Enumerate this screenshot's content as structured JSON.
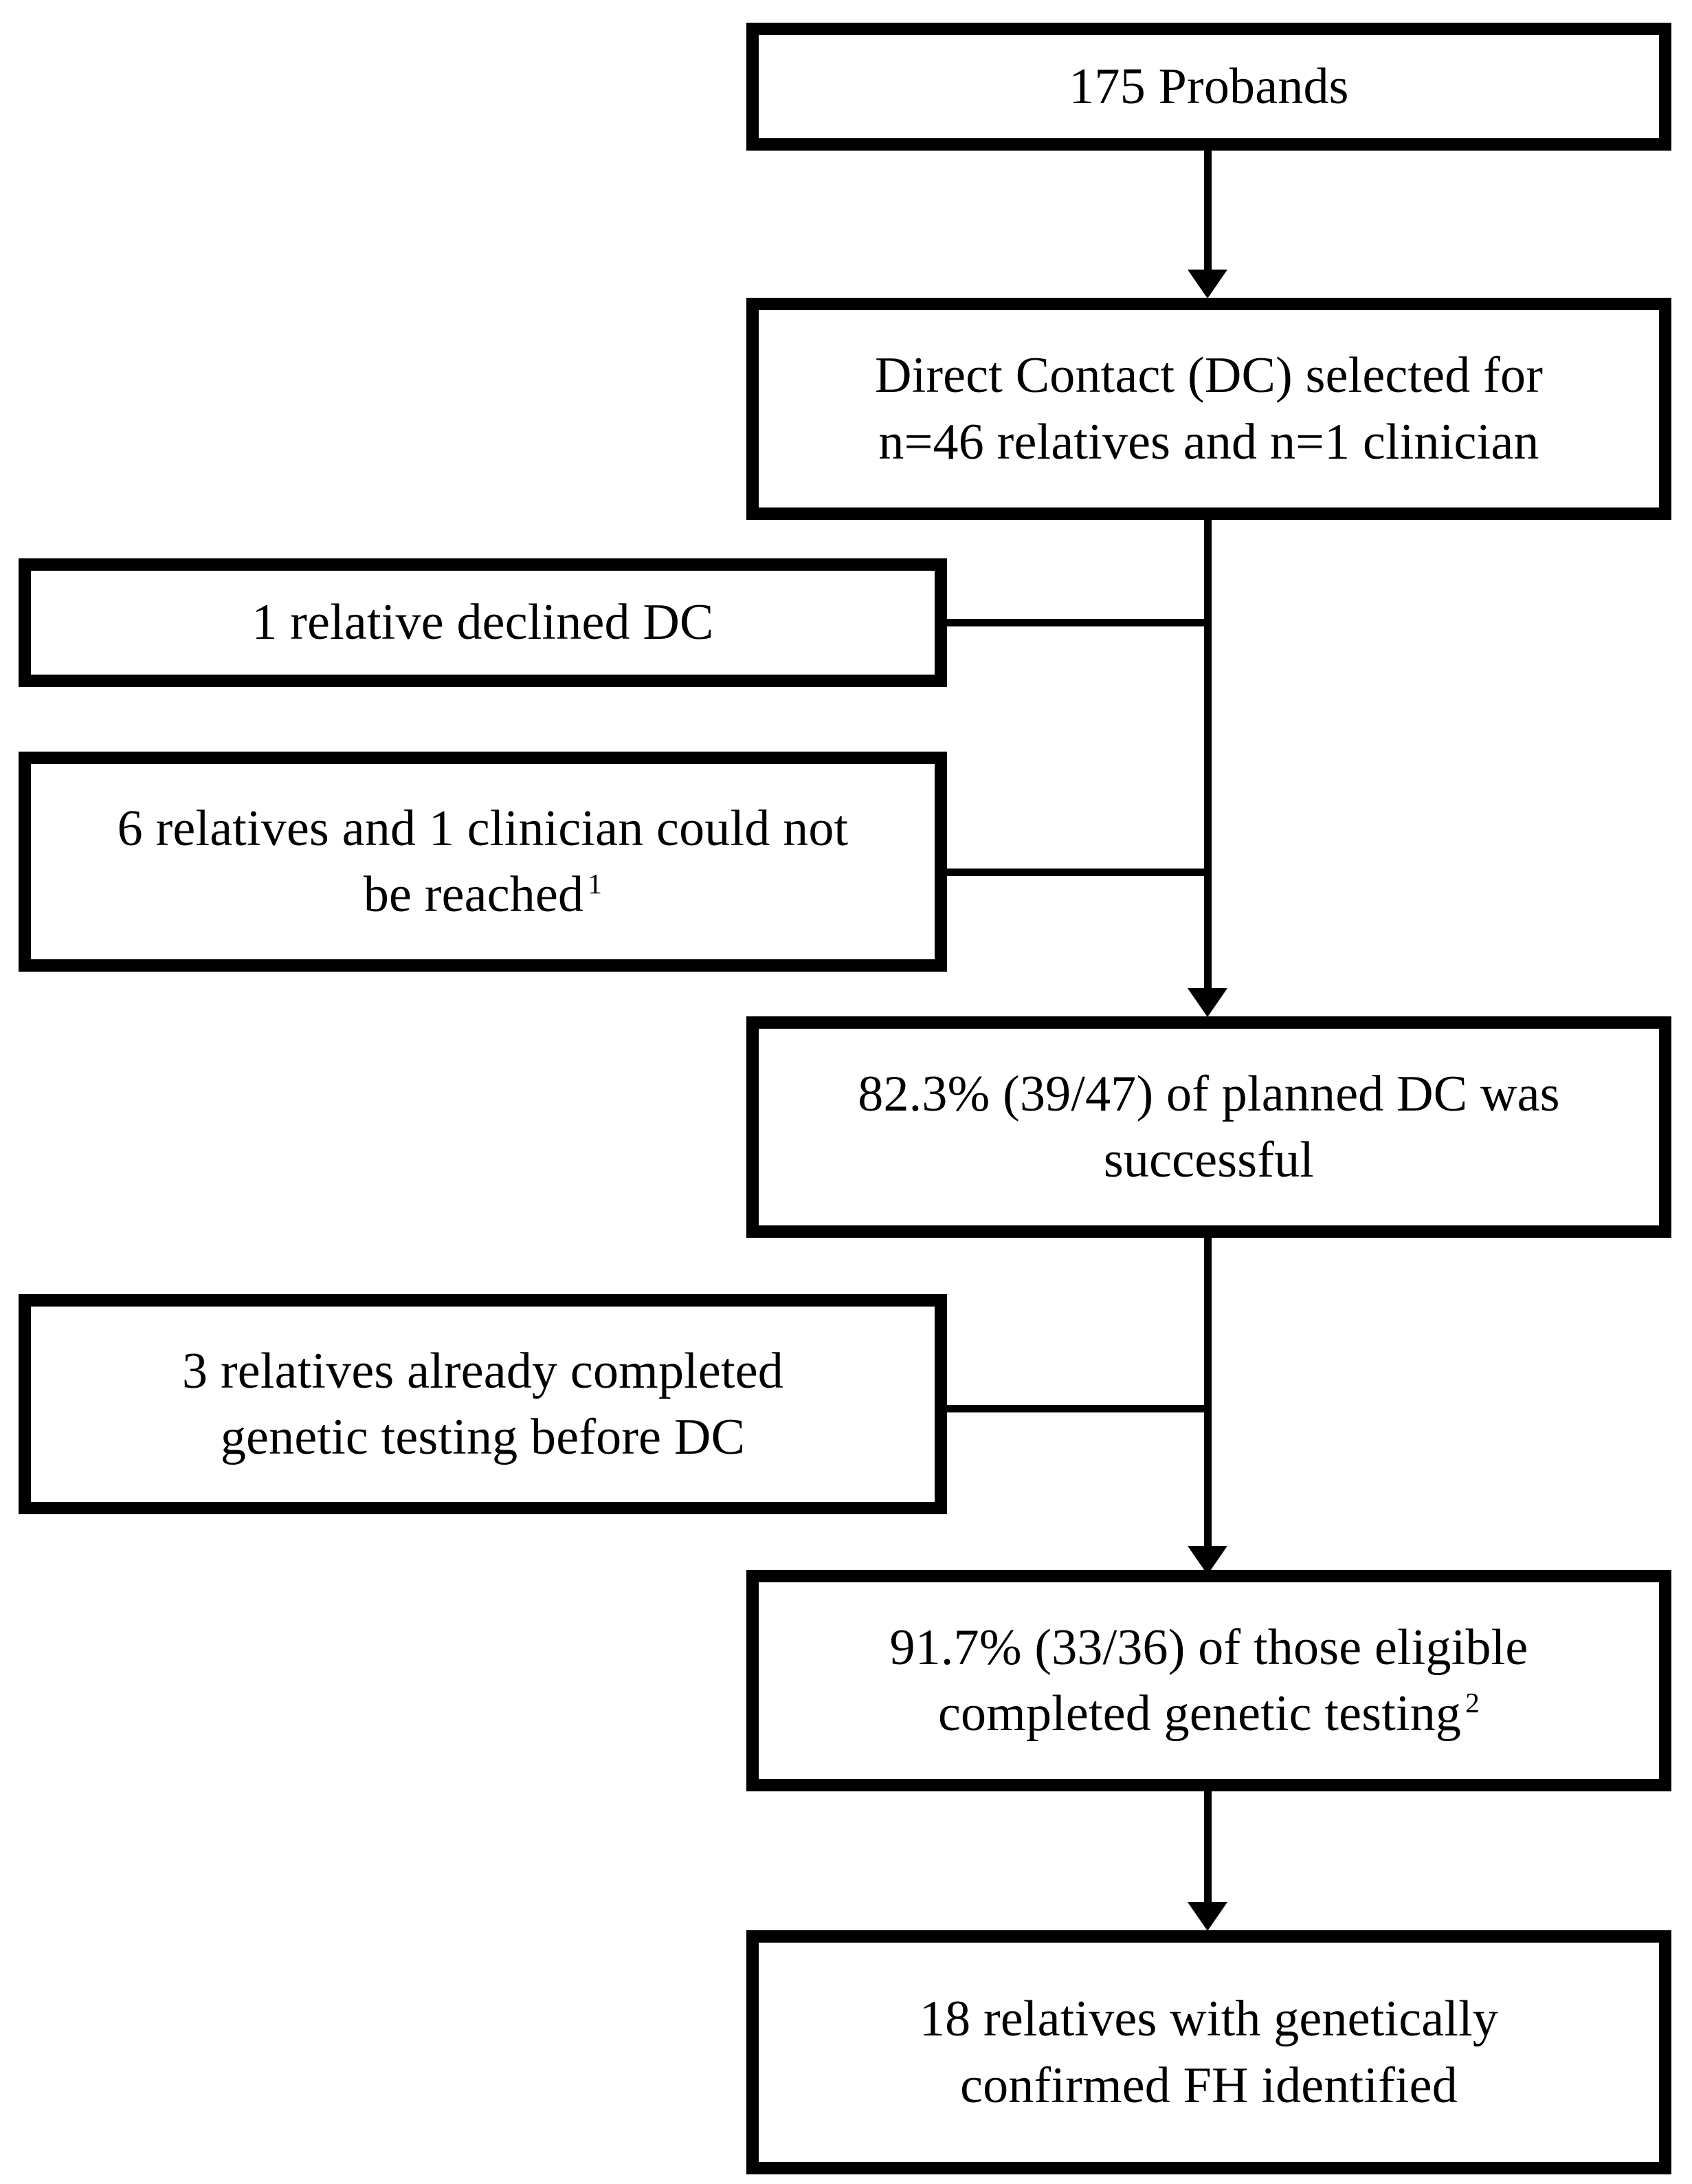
{
  "figure": {
    "type": "flowchart",
    "orientation": "top-to-bottom",
    "description": "Direct Contact cascade screening flow"
  },
  "nodes": {
    "probands": {
      "id": "probands",
      "label": "175 Probands",
      "column": "main"
    },
    "dc_selected": {
      "id": "dc-selected",
      "label": "Direct Contact (DC) selected for n=46 relatives and n=1 clinician",
      "line1": "Direct Contact (DC) selected for",
      "line2": "n=46 relatives and n=1 clinician",
      "column": "main"
    },
    "declined": {
      "id": "declined-dc",
      "label": "1 relative declined DC",
      "column": "side"
    },
    "not_reached": {
      "id": "could-not-be-reached",
      "label": "6 relatives and 1 clinician could not be reached",
      "line1": "6 relatives and 1 clinician could not",
      "line2": "be reached",
      "footnote": "1",
      "column": "side"
    },
    "dc_successful": {
      "id": "dc-successful",
      "label": "82.3% (39/47) of planned DC was successful",
      "line1": "82.3% (39/47) of planned DC was",
      "line2": "successful",
      "percent": "82.3%",
      "fraction": "(39/47)",
      "column": "main"
    },
    "already_tested": {
      "id": "already-completed-testing",
      "label": "3 relatives already completed genetic testing before DC",
      "line1": "3 relatives already completed",
      "line2": "genetic testing before DC",
      "column": "side"
    },
    "completed_testing": {
      "id": "completed-genetic-testing",
      "label": "91.7% (33/36) of those eligible completed genetic testing",
      "line1": "91.7% (33/36) of those eligible",
      "line2": "completed genetic testing",
      "percent": "91.7%",
      "fraction": "(33/36)",
      "footnote": "2",
      "column": "main"
    },
    "fh_identified": {
      "id": "fh-identified",
      "label": "18 relatives with genetically confirmed FH identified",
      "line1": "18 relatives with genetically",
      "line2": "confirmed FH identified",
      "column": "main"
    }
  },
  "colors": {
    "box_border": "#000000",
    "box_fill": "#ffffff",
    "connector": "#000000",
    "text": "#000000",
    "page_background": "#ffffff"
  }
}
